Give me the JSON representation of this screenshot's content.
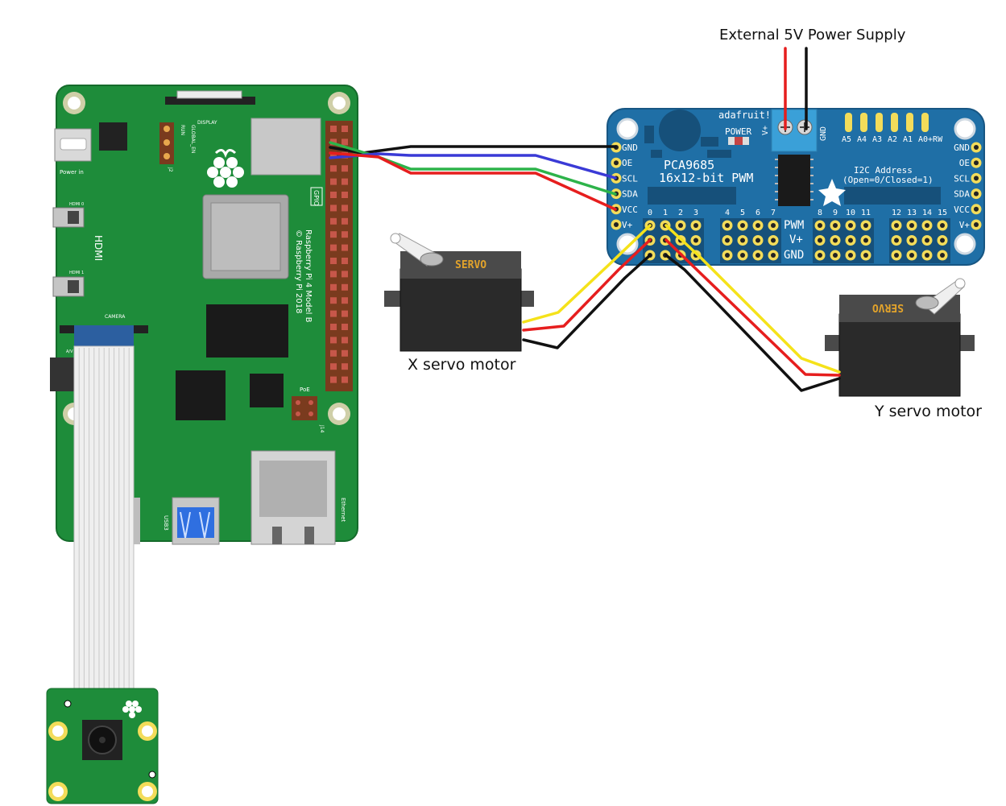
{
  "captions": {
    "power_supply": "External 5V Power Supply",
    "x_servo": "X servo motor",
    "y_servo": "Y servo motor"
  },
  "raspberry_pi": {
    "display_label": "DISPLAY",
    "power_label": "Power in",
    "hdmi0_label": "HDMI 0",
    "hdmi1_label": "HDMI 1",
    "hdmi_label": "HDMI",
    "camera_label": "CAMERA",
    "av_label": "A/V",
    "run_label": "RUN",
    "global_en_label": "GLOBAL_EN",
    "j2_label": "J2",
    "gpio_label": "GPIO",
    "model_line1": "Raspberry Pi 4 Model B",
    "model_line2": "© Raspberry Pi 2018",
    "poe_label": "PoE",
    "j14_label": "J14",
    "usb_label": "USB3",
    "ethernet_label": "Ethernet"
  },
  "pwm_board": {
    "brand": "adafruit!",
    "power_label": "POWER",
    "title_line1": "PCA9685",
    "title_line2": "16x12-bit PWM",
    "terminal_vplus": "V+",
    "terminal_gnd": "GND",
    "address_pins": [
      "A5",
      "A4",
      "A3",
      "A2",
      "A1",
      "A0+RW"
    ],
    "i2c_line1": "I2C Address",
    "i2c_line2": "(Open=0/Closed=1)",
    "left_pins": [
      "GND",
      "OE",
      "SCL",
      "SDA",
      "VCC",
      "V+"
    ],
    "right_pins": [
      "GND",
      "OE",
      "SCL",
      "SDA",
      "VCC",
      "V+"
    ],
    "channels": [
      "0",
      "1",
      "2",
      "3",
      "4",
      "5",
      "6",
      "7",
      "8",
      "9",
      "10",
      "11",
      "12",
      "13",
      "14",
      "15"
    ],
    "row_labels": [
      "PWM",
      "V+",
      "GND"
    ]
  },
  "servos": {
    "x_label": "SERVO",
    "y_label": "SERVO"
  },
  "colors": {
    "pcb_green": "#1e8c3a",
    "pcb_blue": "#1f6fa6",
    "wire_red": "#e61e1e",
    "wire_black": "#111111",
    "wire_green": "#2db34a",
    "wire_blue": "#3a3ad6",
    "wire_yellow": "#f5e21a",
    "pad_gold": "#f3dc5a"
  }
}
